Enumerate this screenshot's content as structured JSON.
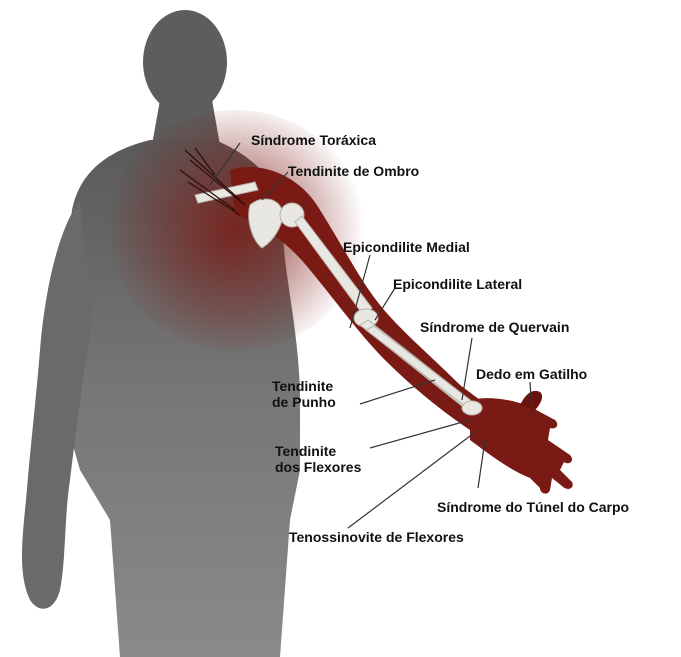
{
  "colors": {
    "body_gray": "#6f6f6f",
    "body_dark": "#3a3a3a",
    "muscle": "#7a1a14",
    "muscle_dark": "#5e100b",
    "bone": "#e9e7e2",
    "line": "#333333"
  },
  "labels": {
    "sindrome_toraxica": "Síndrome Toráxica",
    "tendinite_ombro": "Tendinite de Ombro",
    "epicondilite_medial": "Epicondilite Medial",
    "epicondilite_lateral": "Epicondilite Lateral",
    "sindrome_quervain": "Síndrome de Quervain",
    "dedo_gatilho": "Dedo em Gatilho",
    "tendinite_punho_1": "Tendinite",
    "tendinite_punho_2": "de Punho",
    "tendinite_flexores_1": "Tendinite",
    "tendinite_flexores_2": "dos Flexores",
    "sindrome_tunel": "Síndrome do Túnel do Carpo",
    "tenossinovite": "Tenossinovite de Flexores"
  }
}
